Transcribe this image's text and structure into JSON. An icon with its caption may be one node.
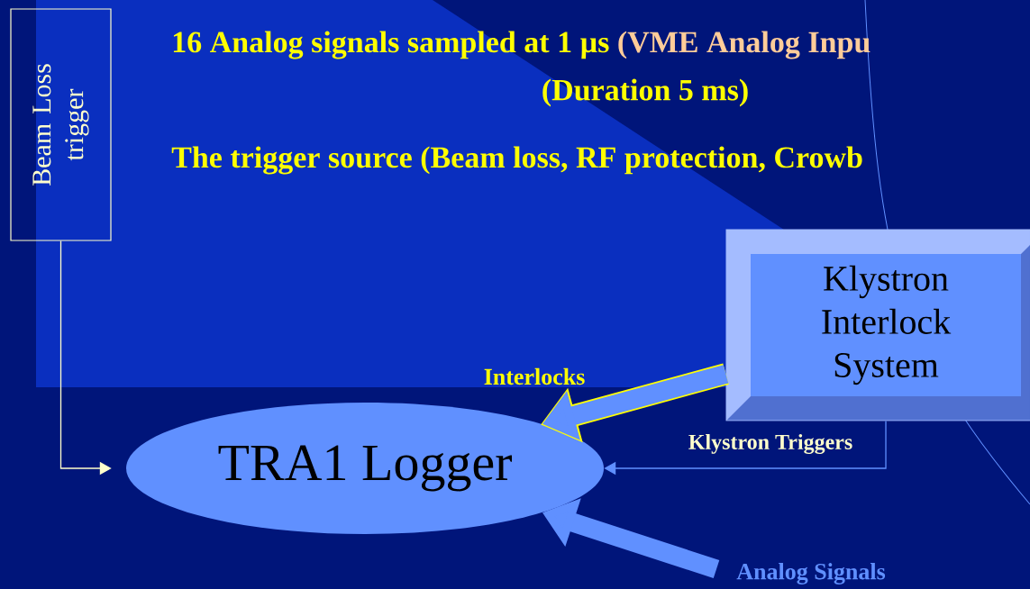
{
  "diagram": {
    "nodes": [
      {
        "text": [
          "Beam Loss trigger"
        ]
      },
      {
        "text": [
          "TRA1 Logger"
        ]
      },
      {
        "text": [
          "Klystron Interlock System"
        ]
      }
    ],
    "edges": [
      {
        "from": 0,
        "to": 1,
        "arrow": "to",
        "color": "#ffffcc"
      },
      {
        "from": 2,
        "to": 1,
        "arrow": "to",
        "label": "Interlocks",
        "style": "thick"
      },
      {
        "from": 2,
        "to": 1,
        "arrow": "to",
        "label": "Klystron Triggers"
      },
      {
        "from": null,
        "to": 1,
        "arrow": "to",
        "label": "Analog Signals",
        "style": "thick"
      }
    ],
    "labels": [
      "16 Analog signals sampled at 1 µs",
      "(VME Analog Inpu",
      "(Duration 5 ms)",
      "The trigger source (Beam loss, RF protection, Crowb"
    ]
  }
}
